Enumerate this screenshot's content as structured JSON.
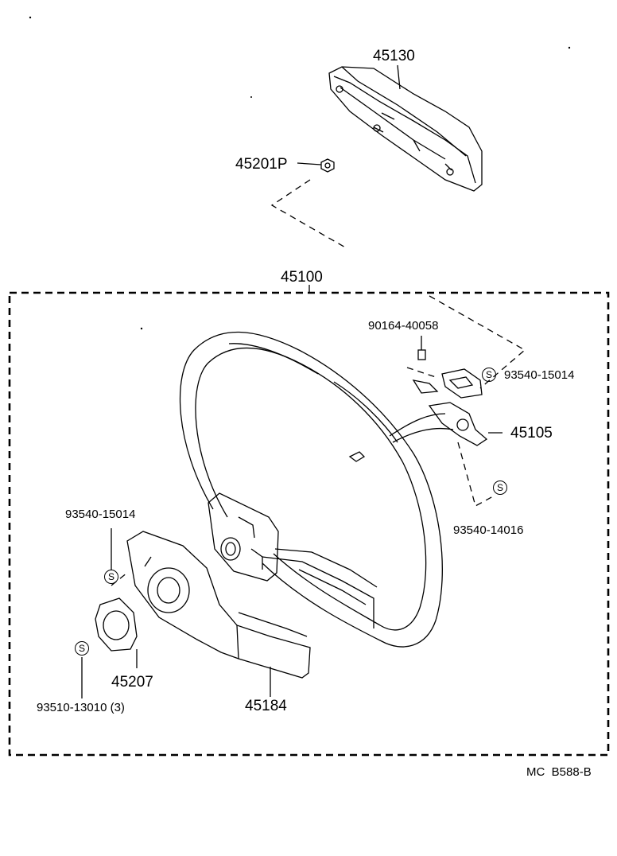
{
  "diagram": {
    "parts": {
      "pad": "45130",
      "nut": "45201P",
      "wheel_assy": "45100",
      "bolt": "90164-40058",
      "screw_top_right": "93540-15014",
      "contact": "45105",
      "screw_right_lower": "93540-14016",
      "screw_left": "93540-15014",
      "cover": "45207",
      "screw_bottom": "93510-13010 (3)",
      "lower_cover": "45184"
    },
    "symbols": {
      "screw_mark": "S"
    },
    "footer_code": "MC  B588-B"
  }
}
